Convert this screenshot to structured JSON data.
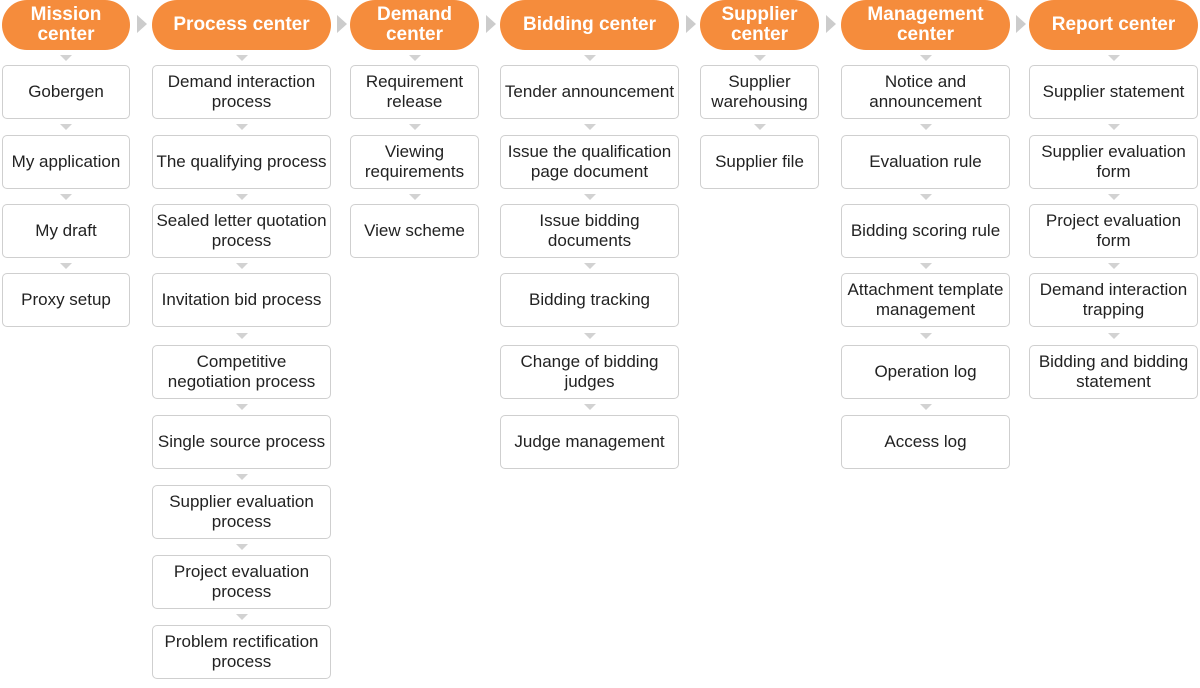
{
  "columns": [
    {
      "title": "Mission center",
      "items": [
        "Gobergen",
        "My application",
        "My draft",
        "Proxy setup"
      ]
    },
    {
      "title": "Process center",
      "items": [
        "Demand interaction process",
        "The qualifying process",
        "Sealed letter quotation process",
        "Invitation bid process",
        "Competitive negotiation process",
        "Single source process",
        "Supplier evaluation process",
        "Project evaluation process",
        "Problem rectification process"
      ]
    },
    {
      "title": "Demand center",
      "items": [
        "Requirement release",
        "Viewing requirements",
        "View scheme"
      ]
    },
    {
      "title": "Bidding center",
      "items": [
        "Tender announcement",
        "Issue the qualification page document",
        "Issue bidding documents",
        "Bidding tracking",
        "Change of bidding judges",
        "Judge management"
      ]
    },
    {
      "title": "Supplier center",
      "items": [
        "Supplier warehousing",
        "Supplier file"
      ]
    },
    {
      "title": "Management center",
      "items": [
        "Notice and announcement",
        "Evaluation rule",
        "Bidding scoring rule",
        "Attachment template management",
        "Operation log",
        "Access log"
      ]
    },
    {
      "title": "Report center",
      "items": [
        "Supplier statement",
        "Supplier evaluation form",
        "Project evaluation form",
        "Demand interaction trapping",
        "Bidding and bidding statement"
      ]
    }
  ]
}
